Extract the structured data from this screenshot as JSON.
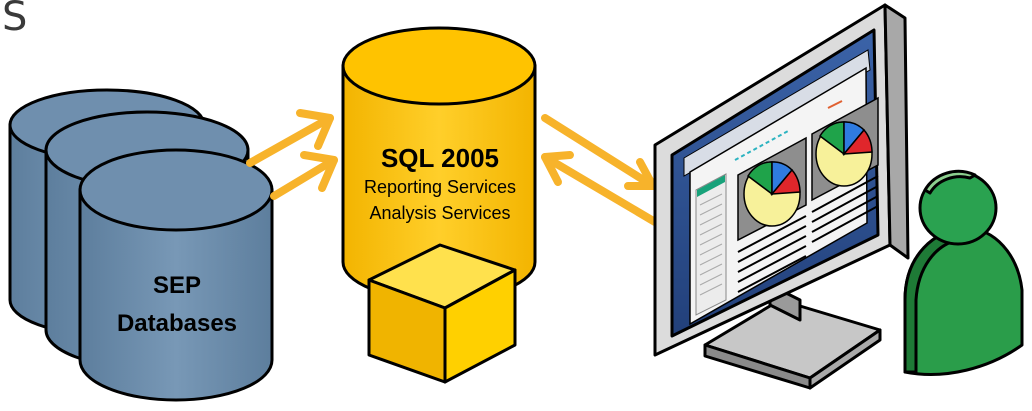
{
  "corner_text": "S",
  "databases": {
    "title": "SEP",
    "subtitle": "Databases",
    "color": "#6f8fae"
  },
  "sql_server": {
    "title": "SQL 2005",
    "line1": "Reporting Services",
    "line2": "Analysis Services",
    "color": "#ffc300"
  },
  "cube": {
    "color": "#ffd700"
  },
  "arrows": {
    "color": "#f7b32b"
  },
  "monitor": {
    "frame_color": "#d8d8d8",
    "screen_color": "#2c4d8e"
  },
  "user": {
    "color": "#2a9d4a"
  }
}
